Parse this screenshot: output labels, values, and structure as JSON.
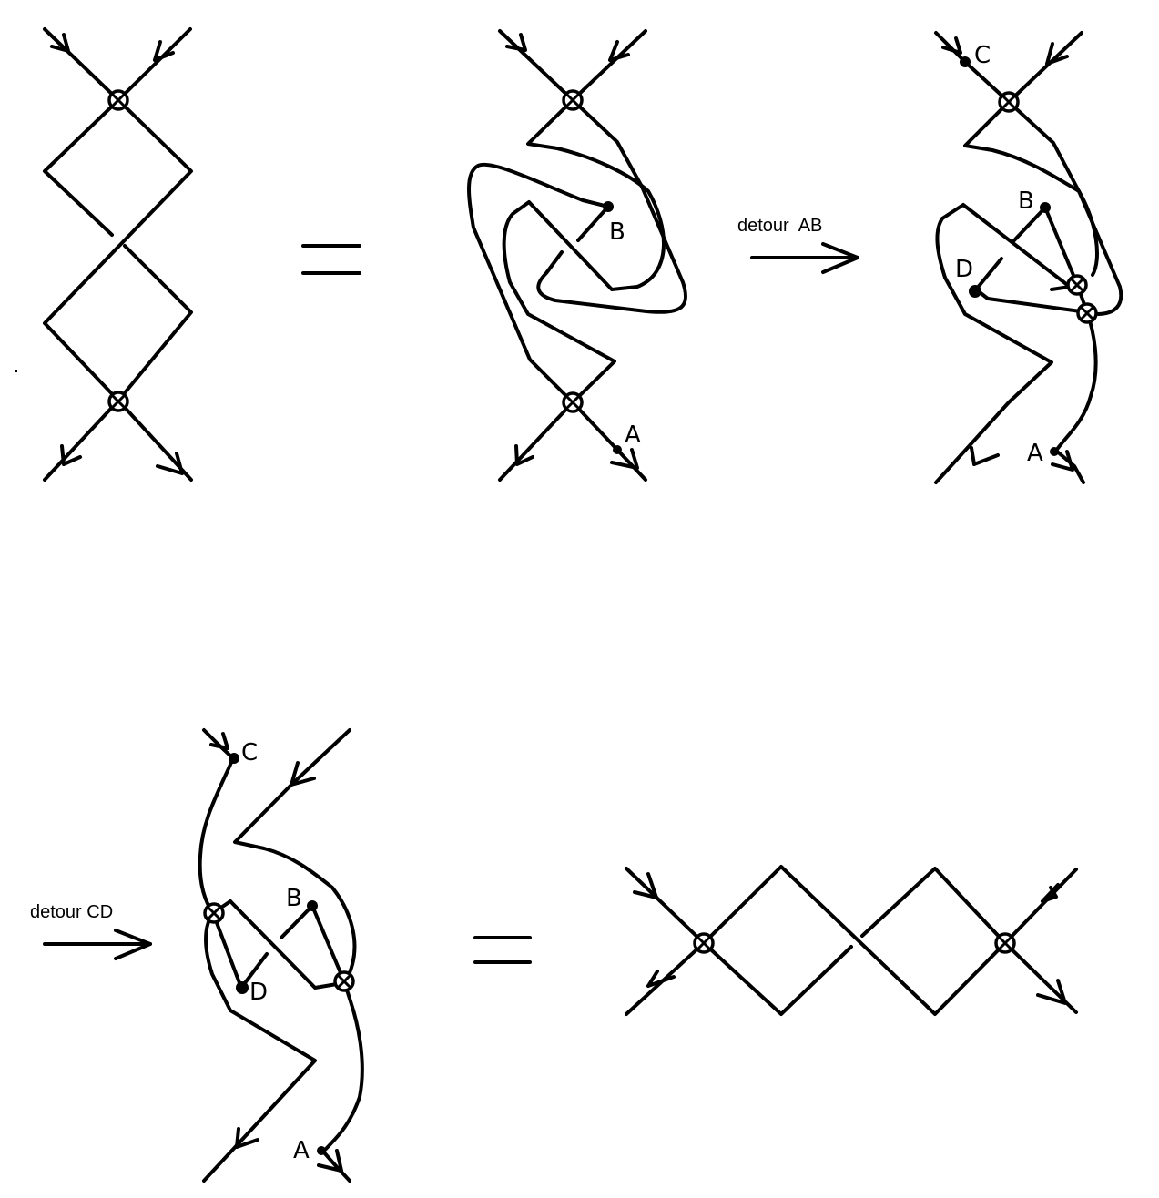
{
  "diagram": {
    "type": "virtual knot diagrams (detour moves)",
    "colors": {
      "ink": "#000000",
      "background": "#ffffff"
    },
    "equals_sign": "=",
    "steps": [
      {
        "id": "original",
        "description": "Two classical-crossing diamonds between two virtual crossings (vertical)"
      },
      {
        "id": "expanded",
        "description": "Equivalent diagram with spiral, endpoints A and B marked"
      },
      {
        "id": "after-detour-ab",
        "description": "Diagram after detour of arc AB; points A, B, C, D marked"
      },
      {
        "id": "after-detour-cd",
        "description": "Diagram after detour of arc CD"
      },
      {
        "id": "result",
        "description": "Horizontal chain of two diamonds between two virtual crossings"
      }
    ],
    "arrows": [
      {
        "id": "detour-ab",
        "label": "detour  AB"
      },
      {
        "id": "detour-cd",
        "label": "detour CD"
      }
    ],
    "labels": {
      "expanded": {
        "B": "B",
        "A": "A"
      },
      "after_ab": {
        "C": "C",
        "B": "B",
        "D": "D",
        "A": "A"
      },
      "after_cd": {
        "C": "C",
        "B": "B",
        "D": "D",
        "A": "A"
      }
    }
  }
}
